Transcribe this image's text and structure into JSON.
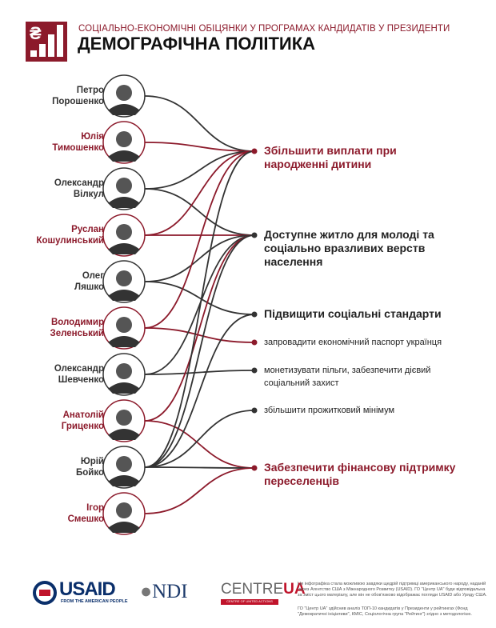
{
  "header": {
    "subtitle": "СОЦІАЛЬНО-ЕКОНОМІЧНІ ОБІЦЯНКИ У ПРОГРАМАХ КАНДИДАТІВ У ПРЕЗИДЕНТИ",
    "title": "ДЕМОГРАФІЧНА ПОЛІТИКА",
    "logo_symbol": "₴"
  },
  "colors": {
    "red": "#8c1a2b",
    "dark": "#333333"
  },
  "candidates": [
    {
      "name": "Петро Порошенко",
      "l1": "Петро",
      "l2": "Порошенко",
      "red": false,
      "links": [
        0
      ]
    },
    {
      "name": "Юлія Тимошенко",
      "l1": "Юлія",
      "l2": "Тимошенко",
      "red": true,
      "links": [
        0
      ]
    },
    {
      "name": "Олександр Вілкул",
      "l1": "Олександр",
      "l2": "Вілкул",
      "red": false,
      "links": [
        0,
        1
      ]
    },
    {
      "name": "Руслан Кошулинський",
      "l1": "Руслан",
      "l2": "Кошулинський",
      "red": true,
      "links": [
        0,
        1
      ]
    },
    {
      "name": "Олег Ляшко",
      "l1": "Олег",
      "l2": "Ляшко",
      "red": false,
      "links": [
        1,
        2
      ]
    },
    {
      "name": "Володимир Зеленський",
      "l1": "Володимир",
      "l2": "Зеленський",
      "red": true,
      "links": [
        0,
        3
      ]
    },
    {
      "name": "Олександр Шевченко",
      "l1": "Олександр",
      "l2": "Шевченко",
      "red": false,
      "links": [
        1,
        4
      ]
    },
    {
      "name": "Анатолій Гриценко",
      "l1": "Анатолій",
      "l2": "Гриценко",
      "red": true,
      "links": [
        1,
        6
      ]
    },
    {
      "name": "Юрій Бойко",
      "l1": "Юрій",
      "l2": "Бойко",
      "red": false,
      "links": [
        0,
        1,
        2,
        5,
        6
      ]
    },
    {
      "name": "Ігор Смешко",
      "l1": "Ігор",
      "l2": "Смешко",
      "red": true,
      "links": [
        6
      ]
    }
  ],
  "promises": [
    {
      "text": "Збільшити виплати при народженні дитини",
      "size": "big",
      "red": true
    },
    {
      "text": "Доступне житло для молоді та соціально вразливих верств населення",
      "size": "big",
      "red": false
    },
    {
      "text": "Підвищити соціальні стандарти",
      "size": "big",
      "red": false
    },
    {
      "text": "запровадити економічний паспорт українця",
      "size": "small",
      "red": true
    },
    {
      "text": "монетизувати пільги, забезпечити дієвий соціальний захист",
      "size": "small",
      "red": false
    },
    {
      "text": "збільшити прожитковий мінімум",
      "size": "small",
      "red": false
    },
    {
      "text": "Забезпечити фінансову підтримку переселенців",
      "size": "big",
      "red": true
    }
  ],
  "footer": {
    "usaid": "USAID",
    "usaid_sub": "FROM THE AMERICAN PEOPLE",
    "ndi": "NDI",
    "centre1": "CENTRE",
    "centre2": "UA",
    "centre_sub": "CENTRE OF UNITED ACTIONS",
    "note1": "Ця інфографіка стала можливою завдяки щедрій підтримці американського народу, наданій через Агентство США з Міжнародного Розвитку (USAID). ГО \"Центр UA\" буде відповідальна за зміст цього матеріалу, але він не обов'язково відображає погляди USAID або Уряду США.",
    "note2": "ГО \"Центр UA\" здійснив аналіз ТОП-10 кандидатів у Президенти у рейтингах (Фонд \"Демократичні ініціативи\", КМІС, Соціологічна група \"Рейтинг\") згідно з методологією."
  }
}
